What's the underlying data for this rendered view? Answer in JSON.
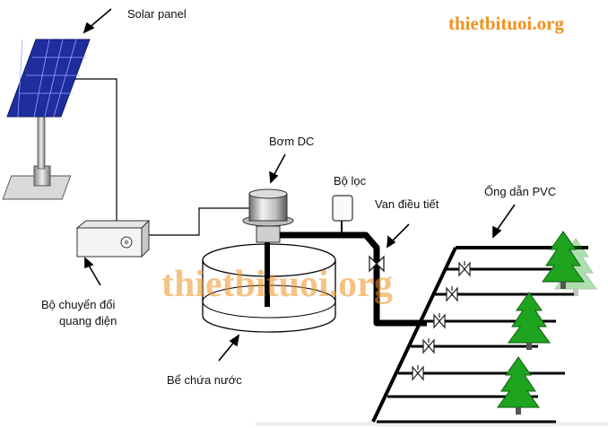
{
  "brand": {
    "top": "thietbituoi.org",
    "watermark": "thietbituoi.org",
    "color": "#f0921e"
  },
  "labels": {
    "solar_panel": "Solar panel",
    "inverter_line1": "Bộ chuyển đổi",
    "inverter_line2": "quang điện",
    "pump": "Bơm DC",
    "filter": "Bộ lọc",
    "valve": "Van điều tiết",
    "pipe": "Ống dẫn PVC",
    "tank": "Bể chứa nước"
  },
  "icons": {
    "panel": "solar-panel-icon",
    "inverter": "inverter-box-icon",
    "pump": "dc-pump-icon",
    "filter": "filter-icon",
    "valve": "valve-icon",
    "tree": "tree-icon"
  },
  "colors": {
    "panel": "#1f2e9e",
    "tree": "#1ea41e",
    "pipe": "#000000"
  }
}
